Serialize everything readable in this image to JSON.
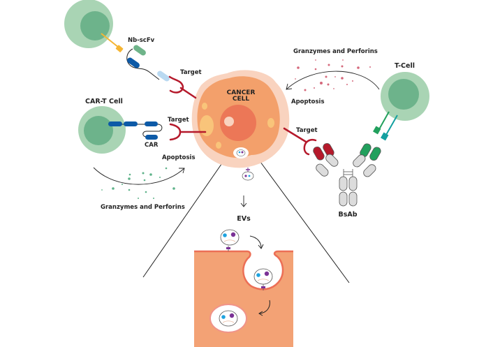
{
  "labels": {
    "nb_scfv": "Nb-scFv",
    "target_1": "Target",
    "target_2": "Target",
    "target_3": "Target",
    "car_t_cell": "CAR-T Cell",
    "car": "CAR",
    "apoptosis_left": "Apoptosis",
    "granzymes_left": "Granzymes and Perforins",
    "granzymes_right": "Granzymes and Perforins",
    "apoptosis_right": "Apoptosis",
    "t_cell": "T-Cell",
    "cancer_cell_line1": "CANCER",
    "cancer_cell_line2": "CELL",
    "bsab": "BsAb",
    "evs": "EVs"
  },
  "colors": {
    "cell_outer_green": "#a9d4b4",
    "cell_inner_green": "#6db38b",
    "cancer_outer": "#f9d3bf",
    "cancer_body": "#f3a06b",
    "cancer_nucleus": "#ec7757",
    "target_red": "#b5192b",
    "car_blue": "#0d5aa7",
    "scfv_green": "#6fb48a",
    "scfv_lightblue": "#b9d9f1",
    "nb_orange": "#f5b533",
    "granzyme_pink": "#d5697c",
    "granzyme_green": "#5fb38a",
    "bsab_grey": "#dcdcdc",
    "bsab_red": "#b5192b",
    "bsab_green": "#22a05d",
    "tcr_green": "#22a05d",
    "tcr_teal": "#13a0a0",
    "ev_blue": "#1ea3e0",
    "ev_purple": "#7b3296",
    "membrane_block": "#f3a275",
    "membrane_edge": "#ec6f56"
  }
}
